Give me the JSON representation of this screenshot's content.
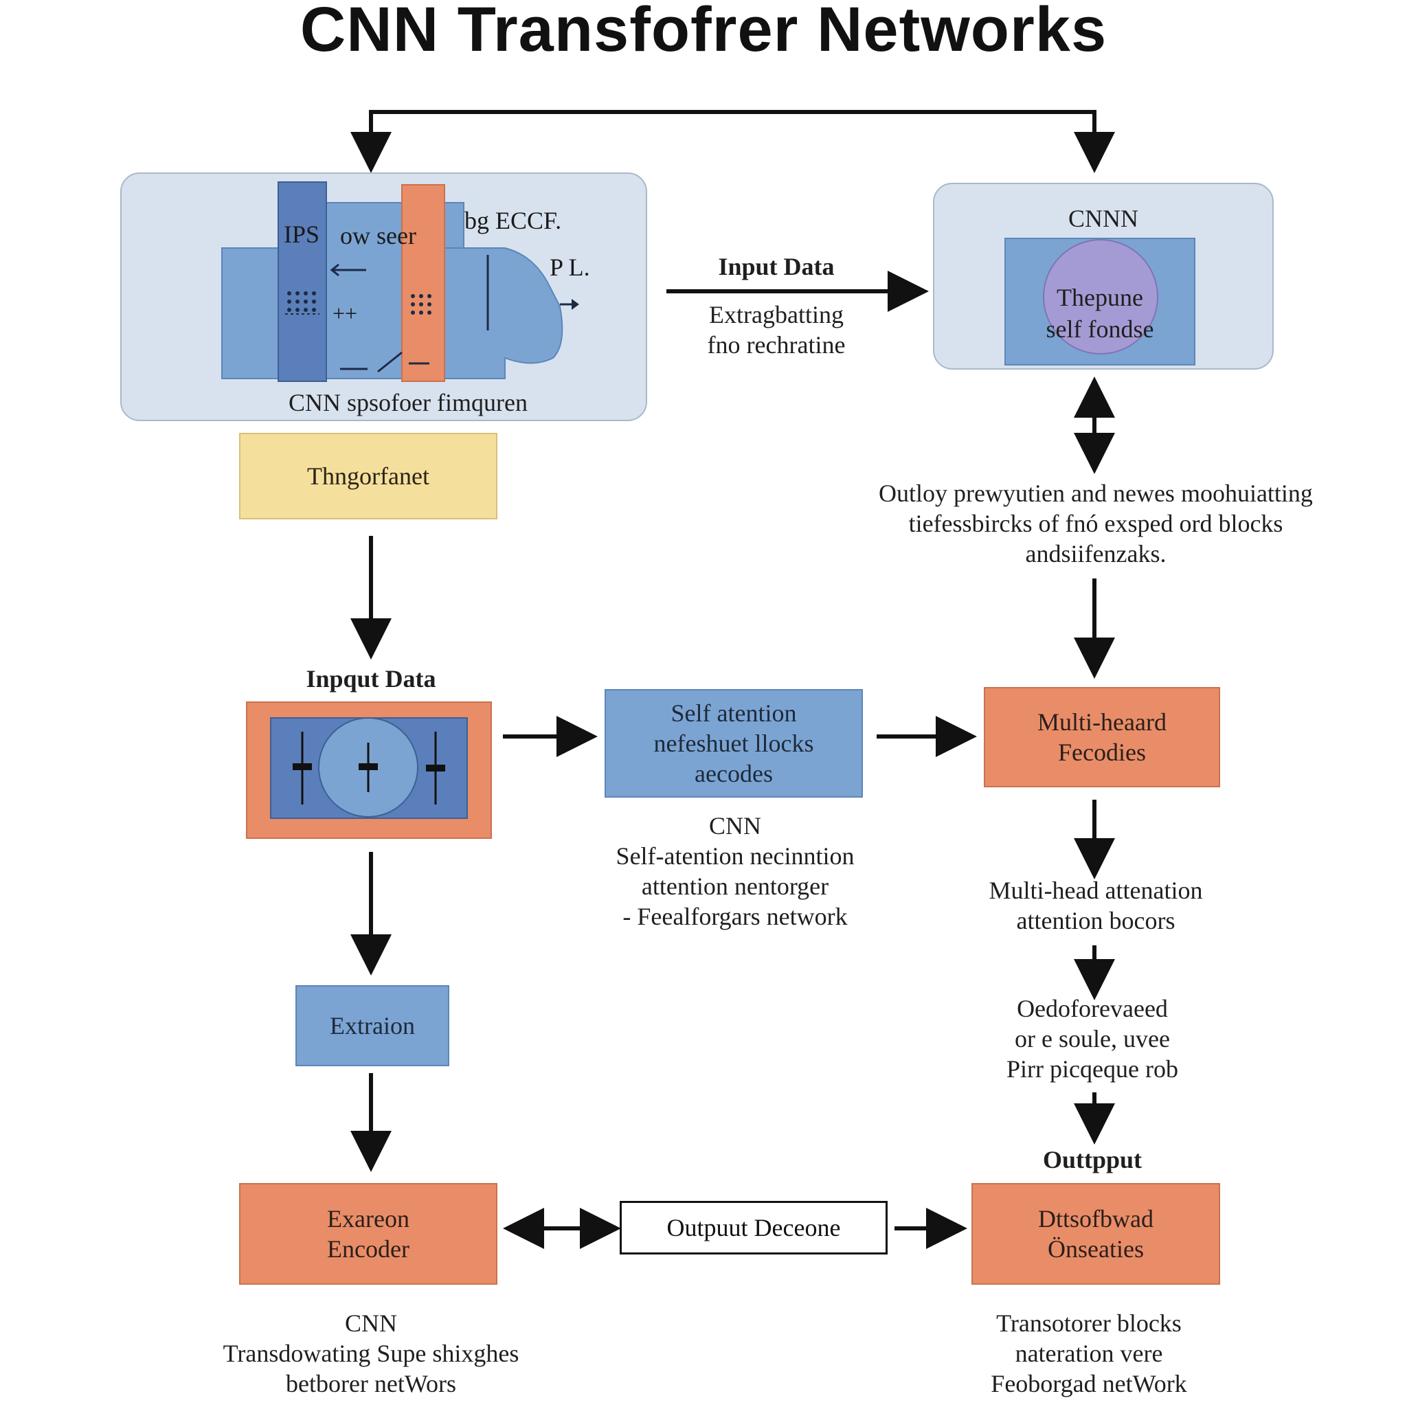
{
  "title": "CNN Transfofrer  Networks",
  "cnn_panel": {
    "label_ips": "IPS",
    "label_ow": "ow seer",
    "label_bg": "bg ECCF.",
    "label_pl": "P L.",
    "symbol_plus": "++",
    "caption": "CNN  spsofoer fimquren"
  },
  "yellow_box": {
    "label": "Thngorfanet"
  },
  "input_arrow": {
    "label": "Input Data",
    "caption": "Extragbatting\nfno rechratine"
  },
  "cnnn_panel": {
    "title": "CNNN",
    "circle_text": "Thepune\nself fondse"
  },
  "right_note": "Outloy prewyutien and newes moohuiatting\ntiefessbircks of fnó exsped ord blocks\nandsiifenzaks.",
  "input_data_label": "Inpqut Data",
  "self_attention_box": {
    "label": "Self atention\nnefeshuet llocks\naecodes"
  },
  "multi_head_box": {
    "label": "Multi-heaard\nFecodies"
  },
  "middle_note": "CNN\nSelf-atention necinntion\nattention  nentorger\n- Feealforgars network",
  "multi_head_note": "Multi-head attenation\nattention bocors",
  "extrain_box": {
    "label": "Extraion"
  },
  "right_note2": "Oedoforevaeed\nor e soule, uvee\nPirr picqeque rob",
  "output_label": "Outtpput",
  "encoder_box": {
    "label": "Exareon\nEncoder"
  },
  "output_decoder_box": {
    "label": "Outpuut Deceone"
  },
  "dtsof_box": {
    "label": "Dttsofbwad\nÖnseaties"
  },
  "bottom_left_note": "CNN\nTransdowating  Supe shixghes\nbetborer netWors",
  "bottom_right_note": "Transotorer blocks\nnateration vere\nFeoborgad netWork",
  "colors": {
    "blue": "#7ba4d3",
    "dark_blue": "#5b7fba",
    "orange": "#e98d68",
    "yellow": "#f5df9c",
    "panel": "#d8e2ee",
    "purple": "#a59bd4"
  }
}
